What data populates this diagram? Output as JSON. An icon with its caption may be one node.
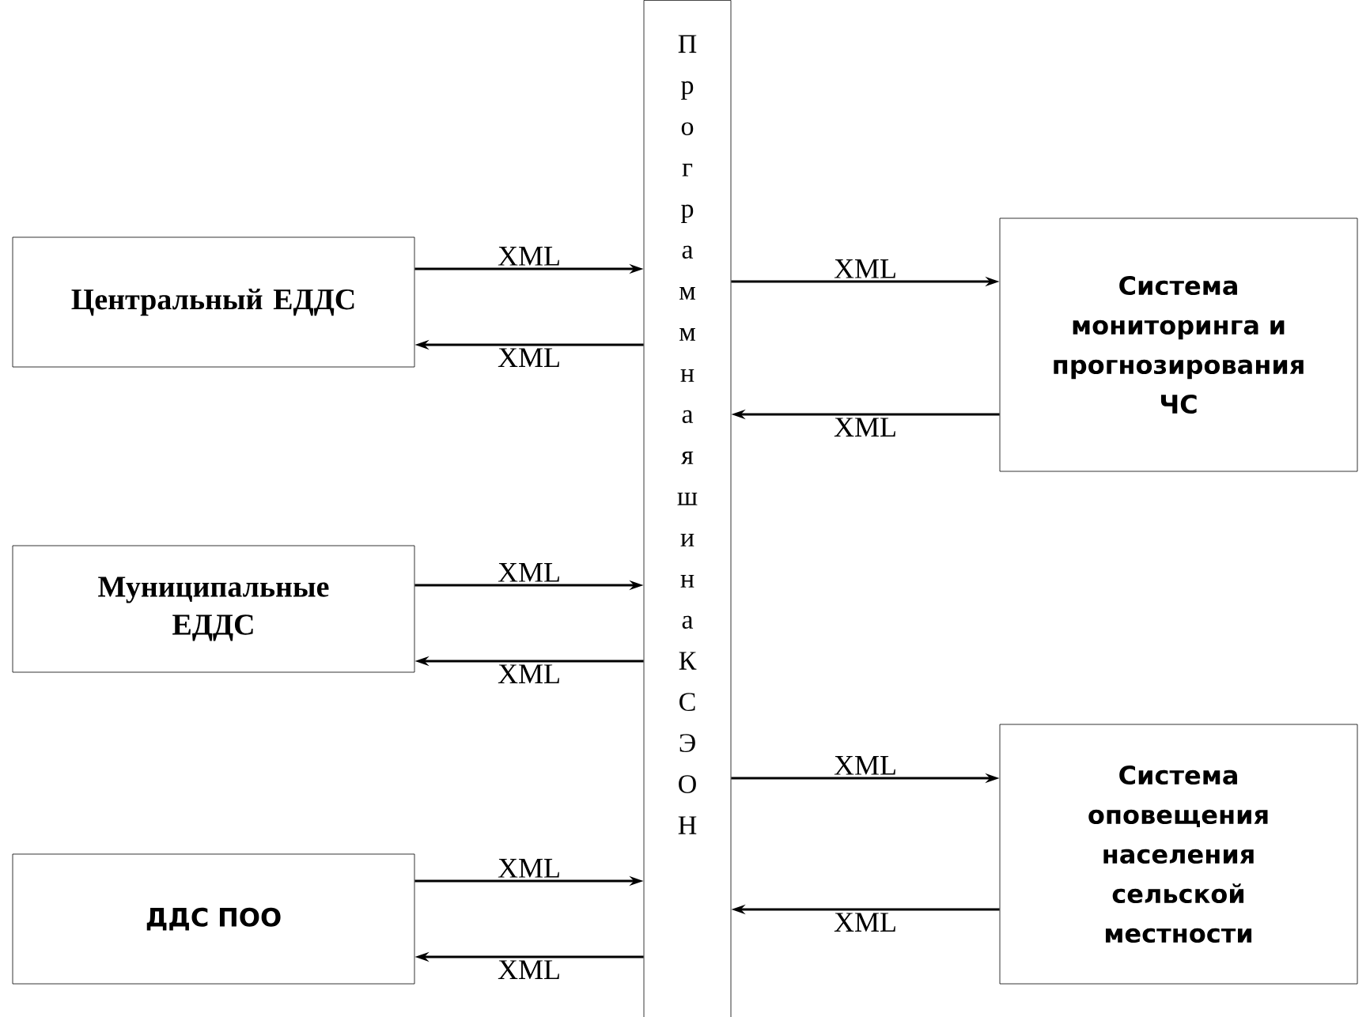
{
  "diagram": {
    "nodes": [
      {
        "text": [
          "Центральный ЕДДС"
        ]
      },
      {
        "text": [
          "Муниципальные ЕДДС"
        ]
      },
      {
        "text": [
          "ДДС ПОО"
        ]
      },
      {
        "text": [
          "Программная шина КСЭОН"
        ]
      },
      {
        "text": [
          "Система мониторинга и прогнозирования ЧС"
        ]
      },
      {
        "text": [
          "Система оповещения населения сельской местности"
        ]
      }
    ],
    "edges": [
      {
        "from": 0,
        "to": 3,
        "arrow": "to",
        "label": "XML"
      },
      {
        "from": 3,
        "to": 0,
        "arrow": "to",
        "label": "XML"
      },
      {
        "from": 1,
        "to": 3,
        "arrow": "to",
        "label": "XML"
      },
      {
        "from": 3,
        "to": 1,
        "arrow": "to",
        "label": "XML"
      },
      {
        "from": 2,
        "to": 3,
        "arrow": "to",
        "label": "XML"
      },
      {
        "from": 3,
        "to": 2,
        "arrow": "to",
        "label": "XML"
      },
      {
        "from": 3,
        "to": 4,
        "arrow": "to",
        "label": "XML"
      },
      {
        "from": 4,
        "to": 3,
        "arrow": "to",
        "label": "XML"
      },
      {
        "from": 3,
        "to": 5,
        "arrow": "to",
        "label": "XML"
      },
      {
        "from": 5,
        "to": 3,
        "arrow": "to",
        "label": "XML"
      }
    ]
  }
}
